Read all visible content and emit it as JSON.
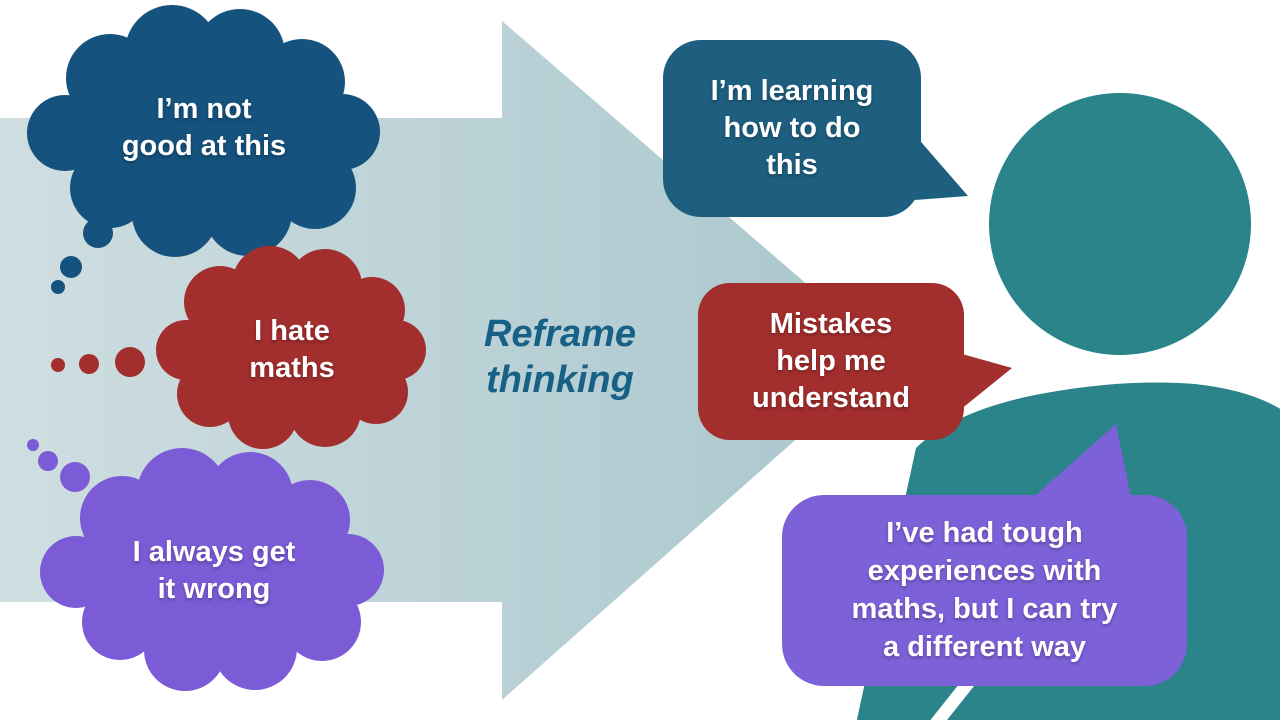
{
  "arrow": {
    "label": "Reframe\nthinking",
    "label_color": "#176086",
    "gradient_start": "#cfdee1",
    "gradient_end": "#a9c7cd"
  },
  "negative_thoughts": [
    {
      "text": "I’m not\ngood at this",
      "color": "#15527d"
    },
    {
      "text": "I hate\nmaths",
      "color": "#a32e2e"
    },
    {
      "text": "I always get\nit wrong",
      "color": "#7b5cd6"
    }
  ],
  "positive_thoughts": [
    {
      "text": "I’m learning\nhow to do\nthis",
      "color": "#1e5f80"
    },
    {
      "text": "Mistakes\nhelp me\nunderstand",
      "color": "#a32e2e"
    },
    {
      "text": "I’ve had tough\nexperiences with\nmaths, but I can try\na different way",
      "color": "#7d61d8"
    }
  ],
  "person": {
    "color": "#2a8489"
  }
}
